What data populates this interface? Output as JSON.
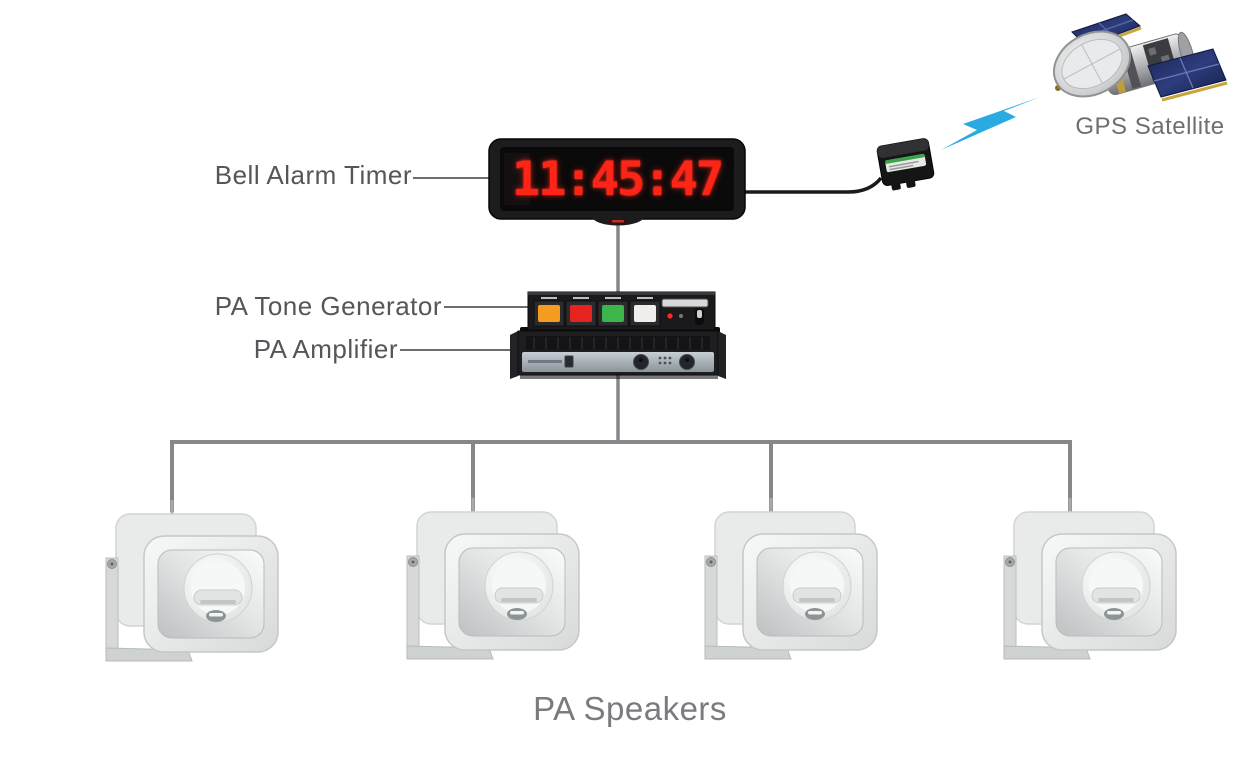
{
  "title": "GPS-synchronized PA bell alarm system diagram",
  "clock": {
    "label": "Bell Alarm Timer",
    "time": "11:45:47",
    "digit_color": "#ff2418"
  },
  "gps": {
    "satellite_label": "GPS Satellite",
    "signal_color": "#29abe2",
    "receiver": "gps-receiver-module"
  },
  "tone_generator": {
    "label": "PA Tone Generator",
    "buttons": [
      {
        "name": "orange-button",
        "color": "#f59b20"
      },
      {
        "name": "red-button",
        "color": "#e6231e"
      },
      {
        "name": "green-button",
        "color": "#3cb54a"
      },
      {
        "name": "white-button",
        "color": "#efeeec"
      }
    ]
  },
  "amplifier": {
    "label": "PA Amplifier"
  },
  "speakers": {
    "label": "PA Speakers",
    "count": 4
  },
  "lines": {
    "bus_color": "#85878a",
    "label_line_color": "#6b6c6e",
    "cable_color": "#1b1b1d"
  }
}
